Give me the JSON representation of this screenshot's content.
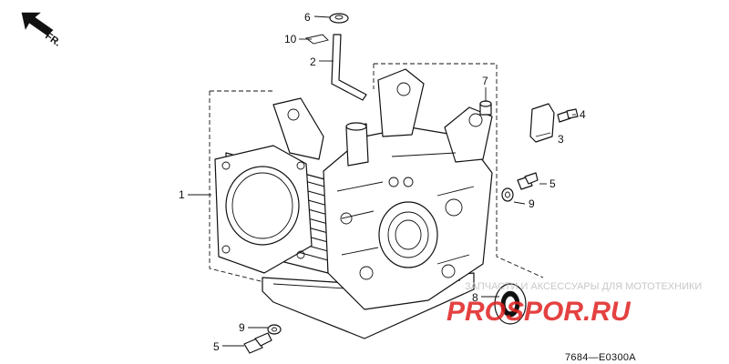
{
  "orientation": {
    "label": "FR."
  },
  "callouts": {
    "c1": "1",
    "c2": "2",
    "c3": "3",
    "c4": "4",
    "c5_right": "5",
    "c5_left": "5",
    "c6": "6",
    "c7": "7",
    "c8": "8",
    "c9_right": "9",
    "c9_left": "9",
    "c10": "10"
  },
  "drawing_code": "7684—E0300A",
  "watermark": {
    "tagline": "ЗАПЧАСТИ И АКСЕССУАРЫ ДЛЯ МОТОТЕХНИКИ",
    "brand": "PROSPOR.RU",
    "color": "#e02020"
  }
}
